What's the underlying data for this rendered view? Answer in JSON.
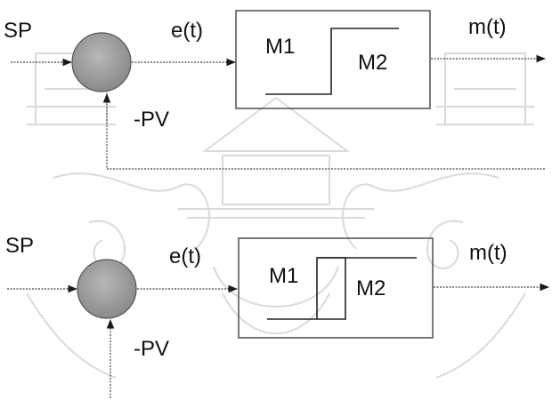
{
  "diagrams": [
    {
      "setpoint_label": "SP",
      "error_label": "e(t)",
      "feedback_label": "-PV",
      "output_label": "m(t)",
      "mode_1_label": "M1",
      "mode_2_label": "M2"
    },
    {
      "setpoint_label": "SP",
      "error_label": "e(t)",
      "feedback_label": "-PV",
      "output_label": "m(t)",
      "mode_1_label": "M1",
      "mode_2_label": "M2"
    }
  ],
  "colors": {
    "line": "#2a2a2a",
    "summing_junction": "#9a9a9a",
    "watermark": "#bdbdbd"
  }
}
